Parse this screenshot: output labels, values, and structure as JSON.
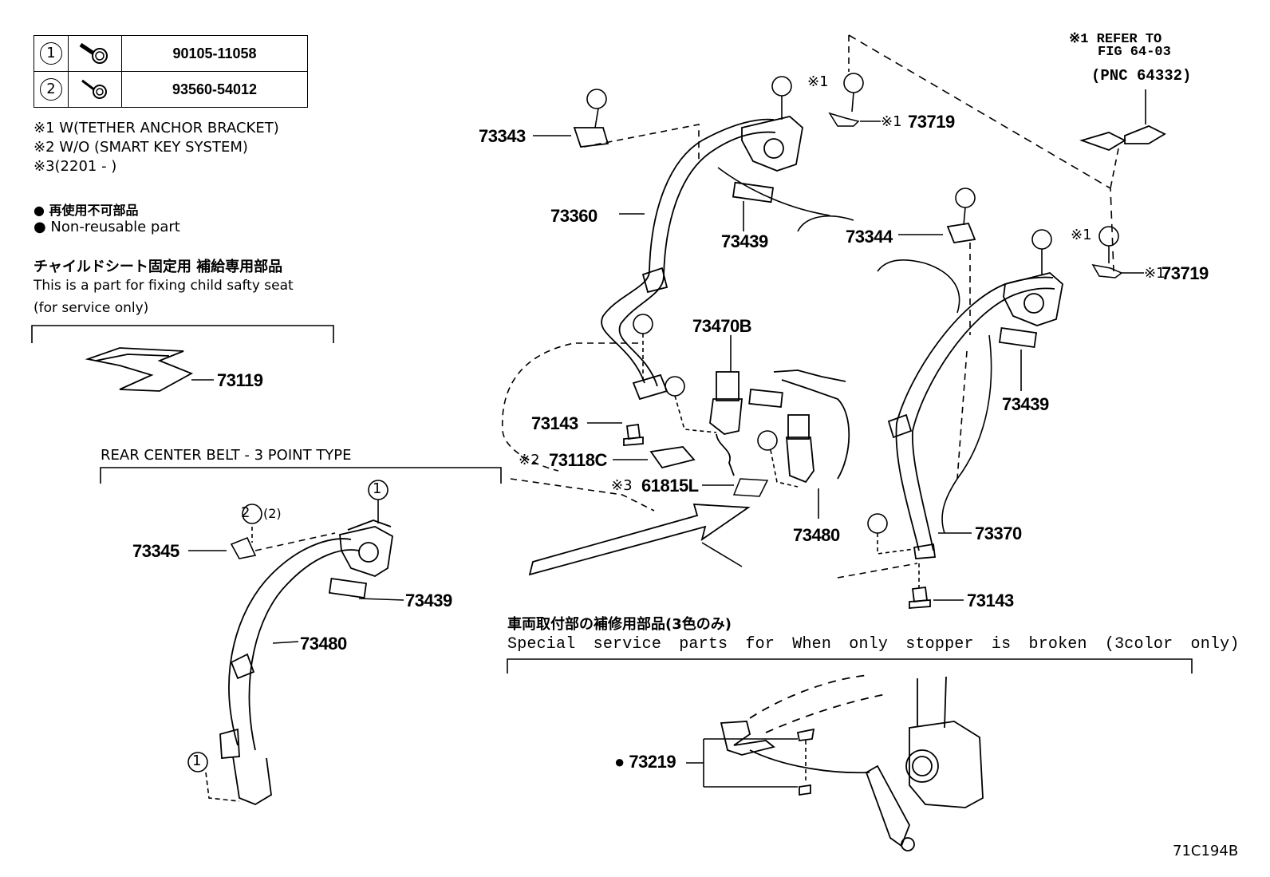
{
  "parts_table": [
    {
      "num": "1",
      "part_no": "90105-11058",
      "icon": "bolt-icon"
    },
    {
      "num": "2",
      "part_no": "93560-54012",
      "icon": "screw-icon"
    }
  ],
  "notes": [
    "※1 W(TETHER ANCHOR BRACKET)",
    "※2 W/O (SMART KEY SYSTEM)",
    "※3(2201 -     )"
  ],
  "legend": {
    "nonreusable_jp": "● 再使用不可部品",
    "nonreusable_en": "● Non-reusable part"
  },
  "child_seat": {
    "title_jp": "チャイルドシート固定用  補給専用部品",
    "desc_en_1": "This is a part for fixing child safty seat",
    "desc_en_2": "(for service only)",
    "part": "73119"
  },
  "rear_center": {
    "title": "REAR CENTER BELT - 3 POINT TYPE",
    "parts": [
      "73345",
      "73439",
      "73480"
    ],
    "callouts": [
      "1",
      "1",
      "2",
      "(2)"
    ]
  },
  "main_labels": {
    "p73343": "73343",
    "p73360": "73360",
    "p73439_a": "73439",
    "p73344": "73344",
    "p73439_b": "73439",
    "p73470B": "73470B",
    "p73143_a": "73143",
    "p73118C": "73118C",
    "p61815L": "61815L",
    "p73480": "73480",
    "p73370": "73370",
    "p73143_b": "73143",
    "p73719_a": "73719",
    "p73719_b": "73719",
    "note1": "※1",
    "note2": "※2",
    "note3": "※3",
    "mark1_a": "※1",
    "mark1_b": "※1"
  },
  "refer": {
    "line1": "※1 REFER TO",
    "line2": "FIG 64-03",
    "line3": "(PNC 64332)"
  },
  "special": {
    "title_jp": "車両取付部の補修用部品(3色のみ)",
    "title_en": "Special service parts for When only stopper is broken (3color only)",
    "part": "● 73219"
  },
  "figure_code": "71C194B"
}
